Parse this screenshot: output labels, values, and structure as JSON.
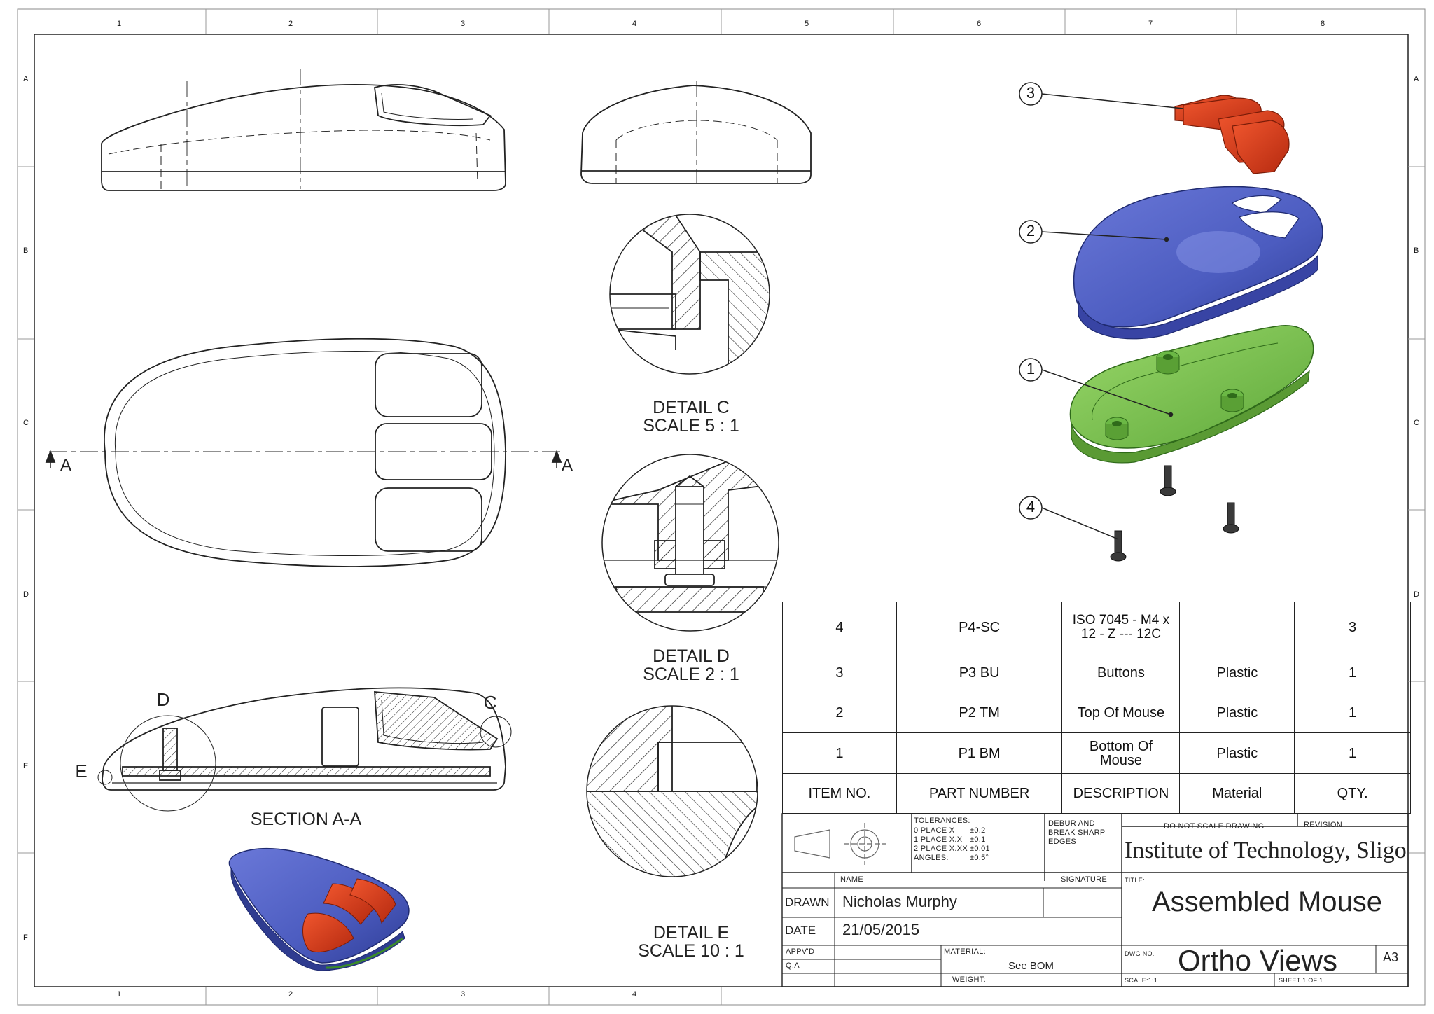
{
  "sheet": {
    "col_labels": [
      "1",
      "2",
      "3",
      "4",
      "5",
      "6",
      "7",
      "8"
    ],
    "row_labels": [
      "A",
      "B",
      "C",
      "D",
      "E",
      "F"
    ]
  },
  "views": {
    "section_marker": "A",
    "section_label": "SECTION A-A",
    "detail_c_label": "DETAIL C",
    "detail_c_scale": "SCALE 5 : 1",
    "detail_d_label": "DETAIL D",
    "detail_d_scale": "SCALE 2 : 1",
    "detail_e_label": "DETAIL E",
    "detail_e_scale": "SCALE 10 : 1",
    "callout_c": "C",
    "callout_d": "D",
    "callout_e": "E"
  },
  "balloons": [
    "3",
    "2",
    "1",
    "4"
  ],
  "colors": {
    "buttons": "#d9401e",
    "top_shell": "#4f5fc0",
    "bottom_shell": "#7cc950",
    "screw": "#333333"
  },
  "bom": {
    "rows": [
      {
        "item": "4",
        "part": "P4-SC",
        "desc": "ISO 7045 - M4 x 12 - Z --- 12C",
        "material": "",
        "qty": "3"
      },
      {
        "item": "3",
        "part": "P3 BU",
        "desc": "Buttons",
        "material": "Plastic",
        "qty": "1"
      },
      {
        "item": "2",
        "part": "P2 TM",
        "desc": "Top Of Mouse",
        "material": "Plastic",
        "qty": "1"
      },
      {
        "item": "1",
        "part": "P1 BM",
        "desc": "Bottom Of Mouse",
        "material": "Plastic",
        "qty": "1"
      }
    ],
    "header": {
      "item": "ITEM NO.",
      "part": "PART NUMBER",
      "desc": "DESCRIPTION",
      "material": "Material",
      "qty": "QTY."
    }
  },
  "title_block": {
    "tolerances_title": "TOLERANCES:",
    "tol_lines": [
      "0 PLACE X",
      "1 PLACE X.X",
      "2 PLACE X.XX",
      "ANGLES:"
    ],
    "tol_values": [
      "±0.2",
      "±0.1",
      "±0.01",
      "±0.5°"
    ],
    "debur": "DEBUR AND BREAK SHARP EDGES",
    "do_not_scale": "DO NOT SCALE DRAWING",
    "revision": "REVISION",
    "institute": "Institute of Technology, Sligo",
    "name_label": "NAME",
    "signature_label": "SIGNATURE",
    "title_label": "TITLE:",
    "drawn_label": "DRAWN",
    "drawn_name": "Nicholas Murphy",
    "date_label": "DATE",
    "date_value": "21/05/2015",
    "title_value": "Assembled Mouse",
    "appvd_label": "APPV'D",
    "qa_label": "Q.A",
    "material_label": "MATERIAL:",
    "material_value": "See BOM",
    "dwg_no_label": "DWG NO.",
    "dwg_no_value": "Ortho Views",
    "size": "A3",
    "weight_label": "WEIGHT:",
    "scale_label": "SCALE:1:1",
    "sheet_label": "SHEET 1 OF 1"
  }
}
